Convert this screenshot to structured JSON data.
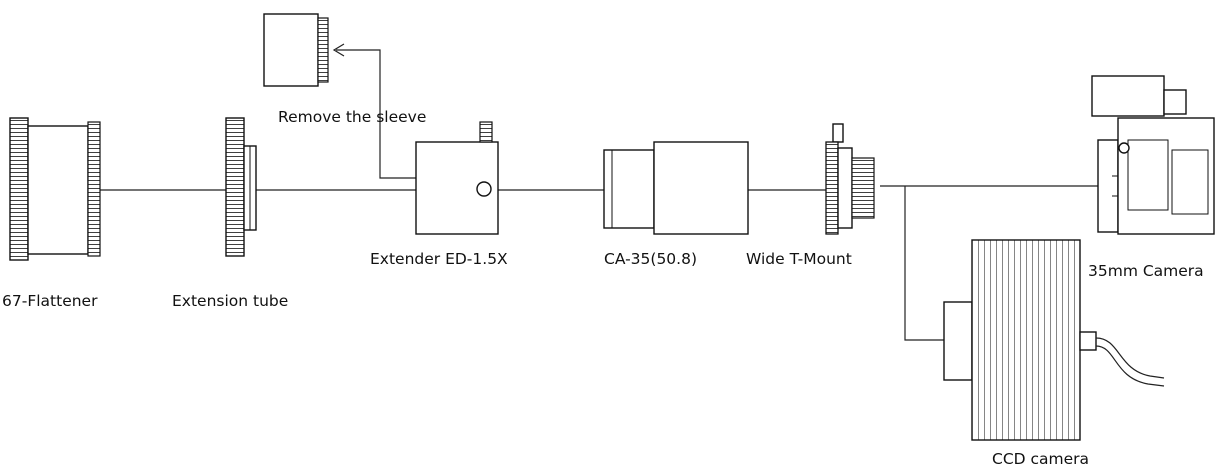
{
  "labels": {
    "flattener": "67-Flattener",
    "extension_tube": "Extension tube",
    "extender": "Extender ED-1.5X",
    "remove_sleeve": "Remove the sleeve",
    "ca35": "CA-35(50.8)",
    "wide_t_mount": "Wide T-Mount",
    "camera_35mm": "35mm Camera",
    "ccd_camera": "CCD camera"
  },
  "icons": {
    "flattener": "lens-flattener-icon",
    "extension_tube": "extension-tube-icon",
    "sleeve": "sleeve-icon",
    "extender": "extender-icon",
    "ca35": "ca35-adapter-icon",
    "t_mount": "t-mount-icon",
    "camera_35mm": "slr-camera-icon",
    "ccd_camera": "ccd-camera-icon"
  }
}
